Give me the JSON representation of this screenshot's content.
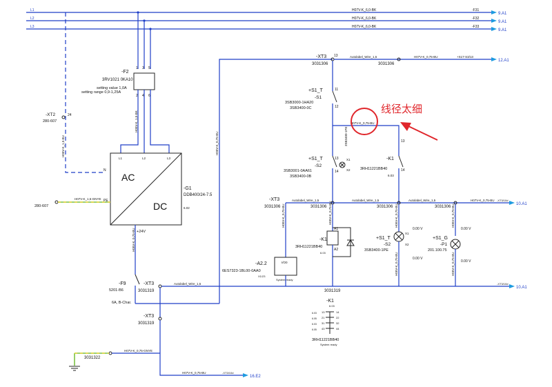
{
  "annotation": {
    "text": "线径太细"
  },
  "rails": [
    {
      "label": "L1",
      "wire": "H07V-K_6,0-BK",
      "term": "-F31",
      "ref": "9.A1"
    },
    {
      "label": "L2",
      "wire": "H07V-K_6,0-BK",
      "term": "-F32",
      "ref": "9.A1"
    },
    {
      "label": "L3",
      "wire": "H07V-K_6,0-BK",
      "term": "-F33",
      "ref": "9.A1"
    }
  ],
  "f2": {
    "tag": "-F2",
    "part": "3RV1021 0KA10",
    "setting1": "setting value 1,0A",
    "setting2": "setting range 0,9-1,25A",
    "pins_top": [
      "1",
      "3",
      "5"
    ],
    "pins_bot": [
      "2",
      "4",
      "6"
    ]
  },
  "xt2": {
    "tag": "-XT2",
    "part": "280-607",
    "pin": "24"
  },
  "g1": {
    "tag": "-G1",
    "part": "DDB400/24-7.5",
    "sub": "6.02",
    "ac": "AC",
    "dc": "DC",
    "out": "+24V",
    "n": "N",
    "pe": "PE",
    "l1": "L1",
    "l2": "L2",
    "l3": "L3"
  },
  "pe_term": {
    "part": "280-607",
    "wire": "H07V-K_1,5-GNYE"
  },
  "xt3_top": {
    "tag": "-XT3",
    "part": "3031306",
    "pin": "13",
    "wire": "Autolabel_Wire_1,5"
  },
  "xt3_right": {
    "part": "3031306",
    "wire": "H07V-K_0,75-BU",
    "term": "+S17-S3/13",
    "ref": "12.A1"
  },
  "s1": {
    "tag": "+S1_T",
    "sub": "-S1",
    "part1": "3SB3000-1HA20",
    "part2": "3SB3400-0C",
    "pin_a": "11",
    "pin_b": "12"
  },
  "s2": {
    "tag": "+S1_T",
    "sub": "-S2",
    "part1": "3SB3001-0AA61",
    "part2": "3SB3400-0B",
    "pin_a": "13",
    "pin_b": "14",
    "x1": "X1",
    "x2": "X2"
  },
  "k1_contact": {
    "tag": "-K1",
    "part": "3RH11221BB40",
    "sub": "6.03",
    "pin_a": "13",
    "pin_b": "14"
  },
  "mid_wire": {
    "label": "H07V-K_0,75-BU"
  },
  "xt3_mid": {
    "tag": "-XT3",
    "part": "3031306",
    "wire": "Autolabel_Wire_1,5",
    "out_wire": "H07V-K_0,75-BU",
    "out_term": "-XT3/10d",
    "ref": "10.A1"
  },
  "k1_coil": {
    "tag": "-K1",
    "part": "3RH11221BB40",
    "a1": "A1",
    "a2": "A2",
    "sub": "6.03"
  },
  "s2_lamp": {
    "tag": "+S1_T",
    "sub": "-S2",
    "part": "3SB3400-1PE",
    "x1": "X1",
    "x2": "X2",
    "v": "0.00 V"
  },
  "p1": {
    "tag": "+S1_G",
    "sub": "-P1",
    "part": "201.100.75",
    "v": "0.00 V"
  },
  "a22": {
    "tag": "-A2.2",
    "part": "6ES7323-1BL00-0AA0",
    "sub": "X1/23",
    "addr": "I/O0",
    "name": "System ready"
  },
  "f9": {
    "tag": "-F9",
    "part": "5201-B6",
    "desc": "6A, B-Char."
  },
  "xt3_low": {
    "tag": "-XT3",
    "part": "3031319",
    "wire": "Autolabel_Wire_1,5",
    "out_term": "-XT3/10d",
    "ref": "10.A1",
    "bus": "3031319"
  },
  "xt3_bot": {
    "tag": "-XT3",
    "part": "3031319"
  },
  "k1_small": {
    "tag": "-K1",
    "sub": "6.03",
    "part": "3RH11221BB40",
    "name": "System ready",
    "pins": [
      "13",
      "14",
      "21",
      "22",
      "31",
      "32",
      "43",
      "44"
    ],
    "rows": [
      "6.03",
      "6.05",
      "6.03",
      "6.05"
    ]
  },
  "gnd": {
    "part": "3031322",
    "wire": "H07V-K_0,75-GNYE"
  },
  "bottom_out": {
    "wire": "H07V-K_0,75-BU",
    "term": "-XT3/10d",
    "ref": "16.E2"
  },
  "vlabels": {
    "f2_out": "H05V-K_1,5-BK",
    "xt2": "H05V-K_1,5-BU",
    "g1_out": "H05V-K_0,75-BU",
    "left_riser": "H05V-K_0,75-BU",
    "s1": "H05V-K_0,75-BU",
    "wire_short": "H05V-K_0,75-BU"
  }
}
